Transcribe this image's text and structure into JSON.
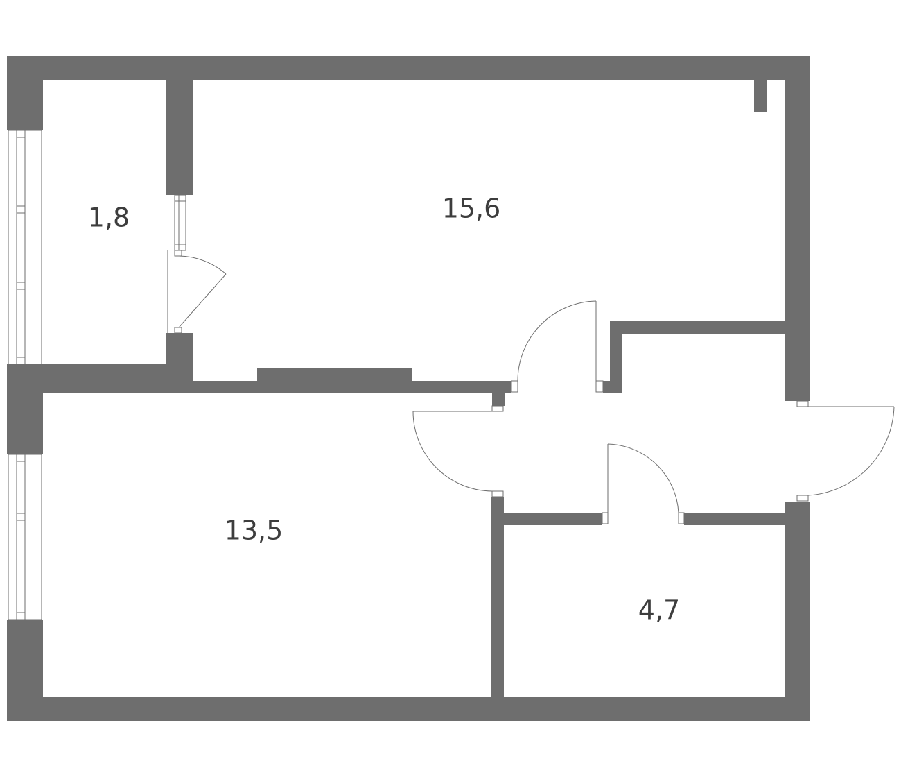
{
  "colors": {
    "wall": "#6e6e6e",
    "background": "#ffffff",
    "text": "#3d3d3d"
  },
  "rooms": [
    {
      "id": "loggia",
      "area": "1,8"
    },
    {
      "id": "room-top",
      "area": "15,6"
    },
    {
      "id": "room-left",
      "area": "13,5"
    },
    {
      "id": "bathroom",
      "area": "4,7"
    }
  ]
}
